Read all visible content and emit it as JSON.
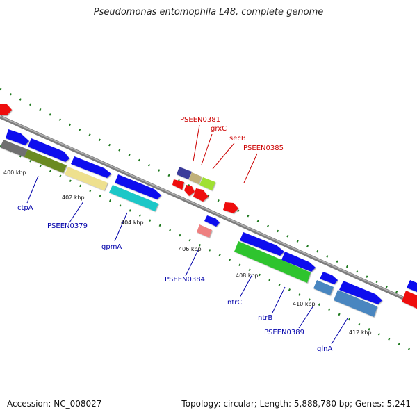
{
  "header": {
    "title": "Pseudomonas entomophila L48, complete genome"
  },
  "footer": {
    "accession": "Accession: NC_008027",
    "topology": "Topology: circular; Length: 5,888,780 bp; Genes: 5,241"
  },
  "ticks": [
    "400 kbp",
    "402 kbp",
    "404 kbp",
    "406 kbp",
    "408 kbp",
    "410 kbp",
    "412 kbp"
  ],
  "labels_top": [
    "PSEEN0381",
    "grxC",
    "secB",
    "PSEEN0385"
  ],
  "labels_bottom": [
    "ctpA",
    "PSEEN0379",
    "gpmA",
    "PSEEN0384",
    "ntrC",
    "ntrB",
    "PSEEN0389",
    "glnA"
  ],
  "colors": {
    "plus_strand": "#1010ee",
    "minus_strand": "#ee1010",
    "backbone": "#8a8a8a",
    "dots": "#1f7a1f",
    "label_top": "#cc0000",
    "label_bottom": "#0000aa"
  }
}
